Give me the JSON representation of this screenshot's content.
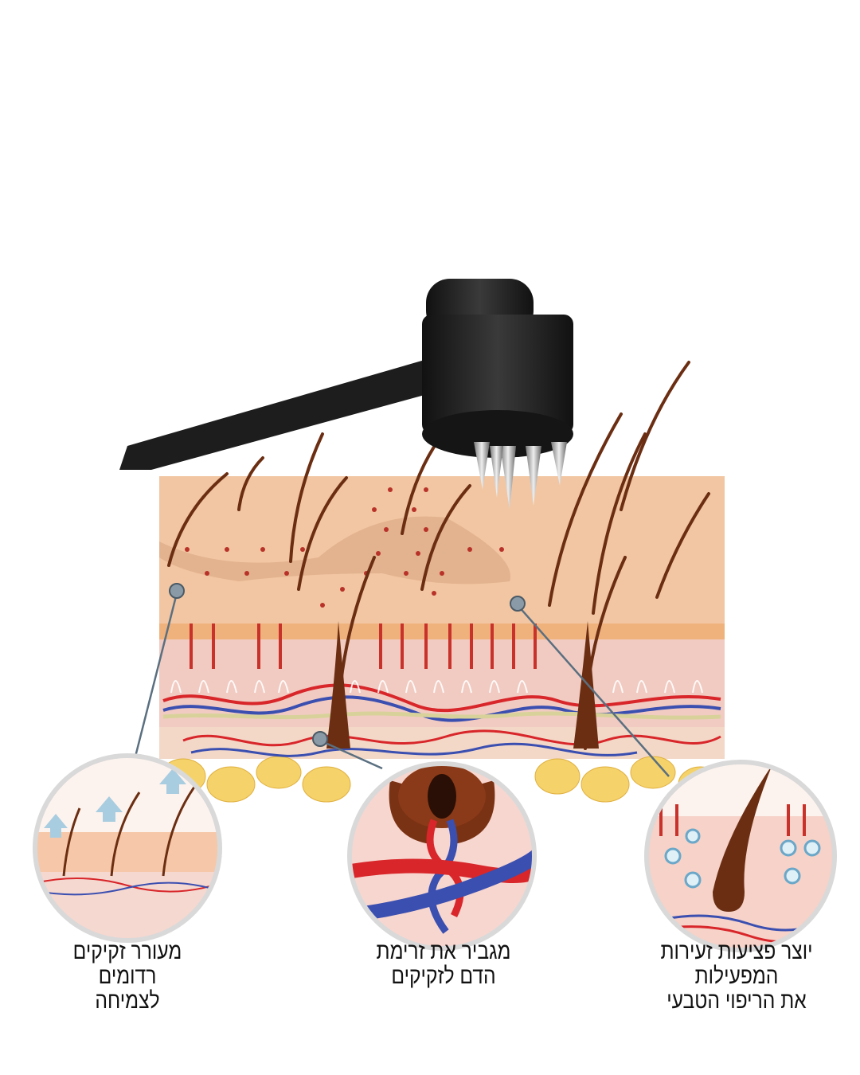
{
  "captions": [
    {
      "lines": [
        "מעורר זקיקים",
        "רדומים",
        "לצמיחה"
      ]
    },
    {
      "lines": [
        "מגביר את זרימת",
        "הדם לזקיקים"
      ]
    },
    {
      "lines": [
        "יוצר פציעות זעירות",
        "המפעילות",
        "את הריפוי הטבעי"
      ]
    }
  ],
  "colors": {
    "skin": "#f2c6a2",
    "dermis": "#f1cbc2",
    "fat": "#f5d36a",
    "hair": "#6b2e12",
    "artery": "#d8262a",
    "vein": "#3b4fb0",
    "device": "#1d1d1d"
  }
}
